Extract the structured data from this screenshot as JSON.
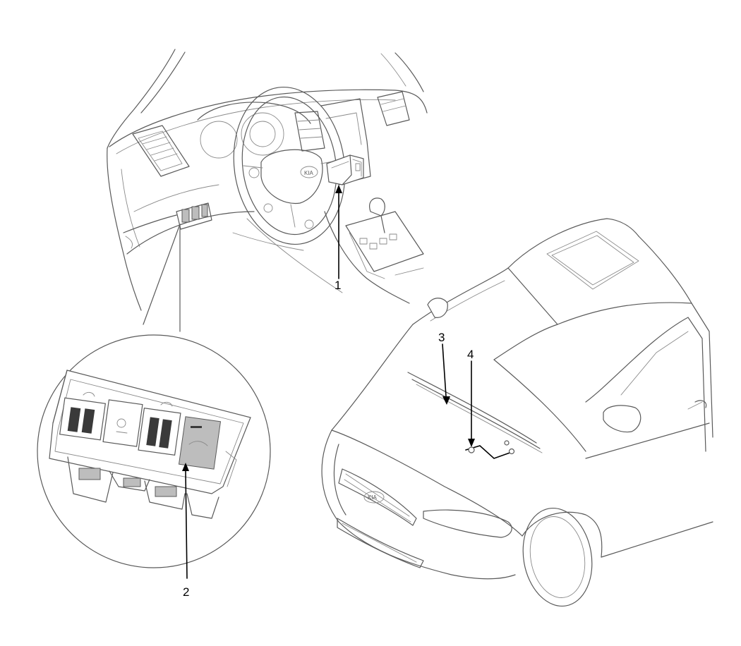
{
  "callouts": [
    {
      "id": "1",
      "label": "1"
    },
    {
      "id": "2",
      "label": "2"
    },
    {
      "id": "3",
      "label": "3"
    },
    {
      "id": "4",
      "label": "4"
    }
  ],
  "icons": {
    "dashboard": "dashboard-steering-wheel-illustration",
    "switch_panel": "lower-dash-switch-panel-detail",
    "car": "car-front-hood-illustration"
  }
}
